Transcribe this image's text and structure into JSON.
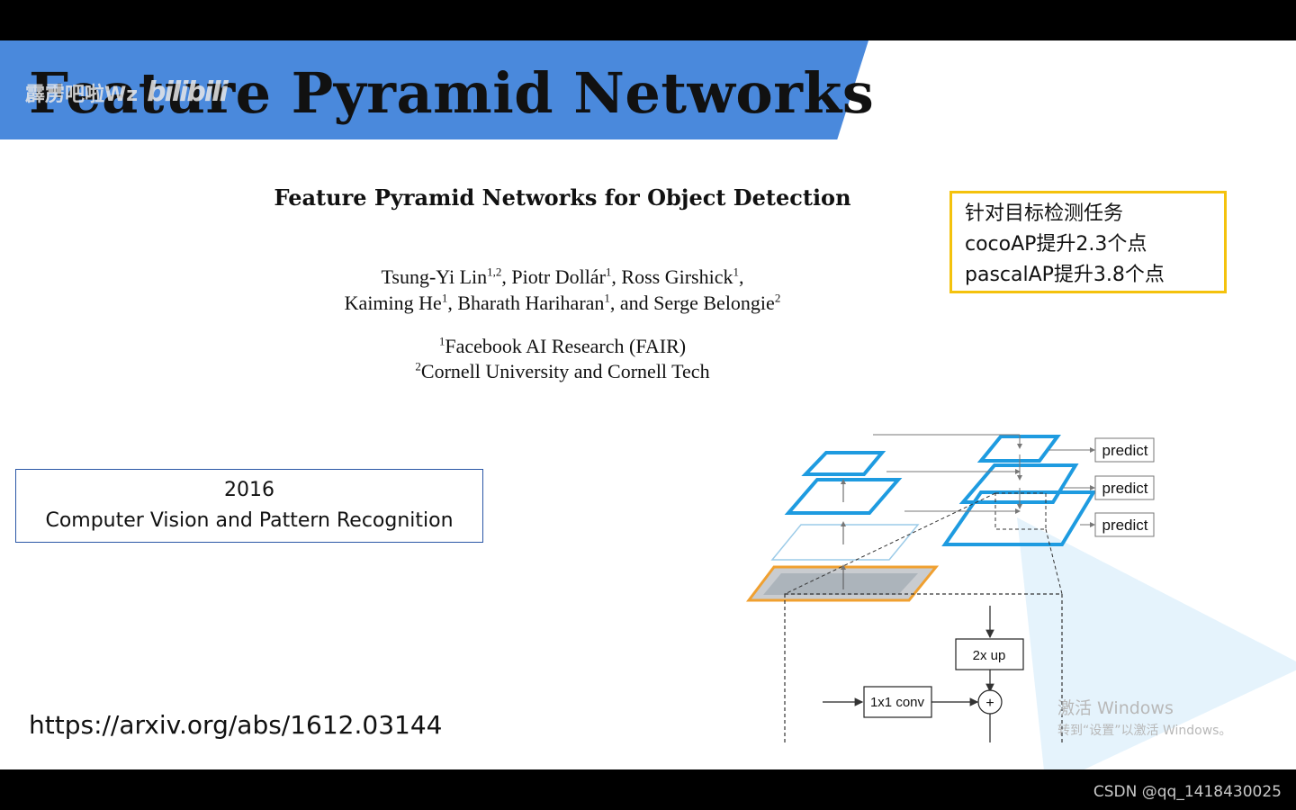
{
  "slide": {
    "title": "Feature Pyramid Networks",
    "watermark_text": "霹雳吧啦Wz",
    "watermark_logo": "bilibili",
    "paper_title": "Feature Pyramid Networks for Object Detection",
    "authors_line1": "Tsung-Yi Lin",
    "authors_line1_sup1": "1,2",
    "authors_line1_b": ", Piotr Dollár",
    "authors_line1_sup2": "1",
    "authors_line1_c": ", Ross Girshick",
    "authors_line1_sup3": "1",
    "authors_line1_d": ",",
    "authors_line2_a": "Kaiming He",
    "authors_line2_sup1": "1",
    "authors_line2_b": ", Bharath Hariharan",
    "authors_line2_sup2": "1",
    "authors_line2_c": ", and Serge Belongie",
    "authors_line2_sup3": "2",
    "affil1_sup": "1",
    "affil1": "Facebook AI Research (FAIR)",
    "affil2_sup": "2",
    "affil2": "Cornell University and Cornell Tech",
    "note_lines": [
      "针对目标检测任务",
      "cocoAP提升2.3个点",
      "pascalAP提升3.8个点"
    ],
    "venue_year": "2016",
    "venue_name": "Computer Vision and Pattern Recognition",
    "url": "https://arxiv.org/abs/1612.03144"
  },
  "diagram": {
    "predict_labels": [
      "predict",
      "predict",
      "predict"
    ],
    "upsample_label": "2x up",
    "conv_label": "1x1 conv",
    "add_symbol": "+",
    "colors": {
      "pyramid": "#1e9be0",
      "input": "#f0a030",
      "thin": "#9ccbe8"
    }
  },
  "windows": {
    "activate_title": "激活 Windows",
    "activate_hint": "转到“设置”以激活 Windows。"
  },
  "footer": {
    "csdn_credit": "CSDN @qq_1418430025"
  },
  "colors": {
    "title_band": "#4a89dc",
    "note_border": "#f4c20d",
    "venue_border": "#2b57a6"
  }
}
